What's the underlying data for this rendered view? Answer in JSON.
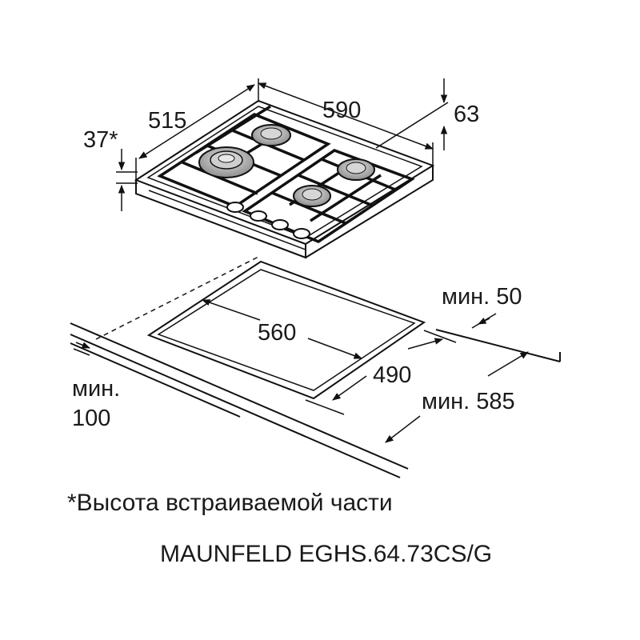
{
  "dimensions": {
    "width": "590",
    "depth": "515",
    "height_top": "63",
    "builtin_height": "37*",
    "cutout_width": "560",
    "cutout_depth": "490",
    "min_back": "мин. 50",
    "min_depth": "мин. 585",
    "min_front_1": "мин.",
    "min_front_2": "100"
  },
  "footnote": "*Высота встраиваемой части",
  "model": "MAUNFELD EGHS.64.73CS/G",
  "colors": {
    "line": "#111111",
    "burner_fill": "#b5b5b5",
    "background": "#ffffff"
  }
}
